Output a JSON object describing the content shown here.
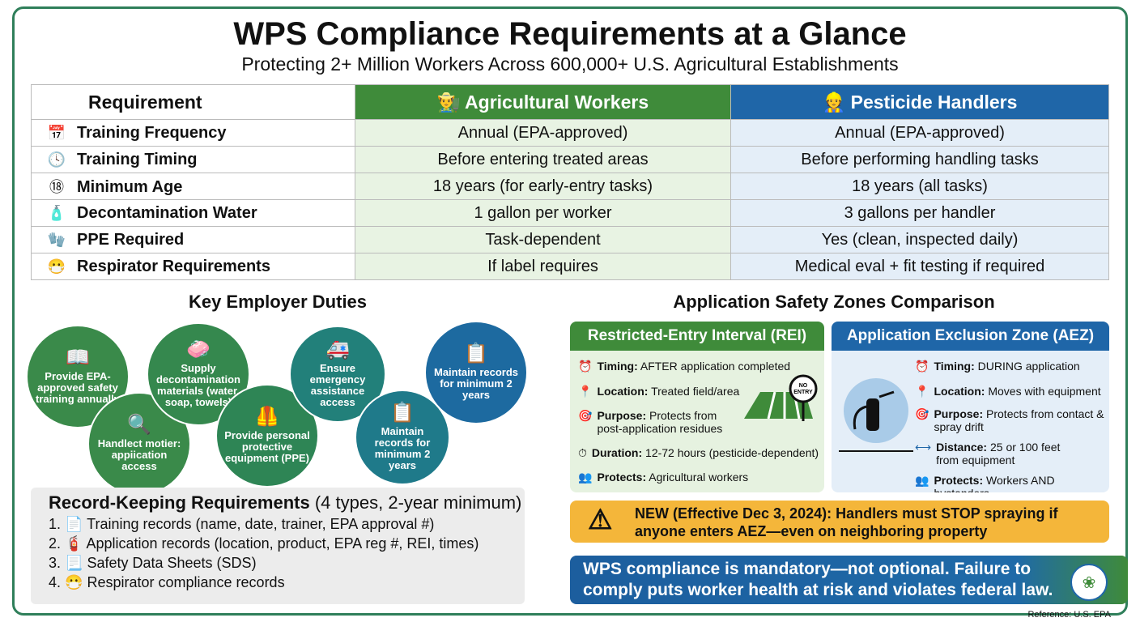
{
  "title": "WPS Compliance Requirements at a Glance",
  "subtitle": "Protecting 2+ Million Workers Across 600,000+ U.S. Agricultural Establishments",
  "table": {
    "headers": [
      "Requirement",
      "Agricultural Workers",
      "Pesticide Handlers"
    ],
    "rows": [
      {
        "icon": "calendar-icon",
        "label": "Training Frequency",
        "workers": "Annual (EPA-approved)",
        "handlers": "Annual (EPA-approved)"
      },
      {
        "icon": "clock-check-icon",
        "label": "Training Timing",
        "workers": "Before entering treated areas",
        "handlers": "Before performing handling tasks"
      },
      {
        "icon": "age-18-icon",
        "label": "Minimum Age",
        "workers": "18 years (for early-entry tasks)",
        "handlers": "18 years (all tasks)"
      },
      {
        "icon": "water-bottle-icon",
        "label": "Decontamination Water",
        "workers": "1 gallon per worker",
        "handlers": "3 gallons per handler"
      },
      {
        "icon": "gloves-icon",
        "label": "PPE Required",
        "workers": "Task-dependent",
        "handlers": "Yes (clean, inspected daily)"
      },
      {
        "icon": "respirator-icon",
        "label": "Respirator Requirements",
        "workers": "If label requires",
        "handlers": "Medical eval + fit testing if required"
      }
    ]
  },
  "duties": {
    "title": "Key Employer Duties",
    "items": [
      "Provide EPA-approved safety training annually",
      "Handlect motier: appiication access",
      "Supply decontamination materials (water, soap, towels)",
      "Provide personal protective equipment (PPE)",
      "Ensure emergency assistance access",
      "Maintain records for minimum 2 years",
      "Maintain records for minimum 2 years"
    ]
  },
  "records": {
    "title": "Record-Keeping Requirements",
    "note": "(4 types, 2-year minimum)",
    "items": [
      "Training records (name, date, trainer, EPA approval #)",
      "Application records (location, product, EPA reg #, REI, times)",
      "Safety Data Sheets (SDS)",
      "Respirator compliance records"
    ],
    "numbers": [
      "1.",
      "2.",
      "3.",
      "4."
    ]
  },
  "zones": {
    "title": "Application Safety Zones Comparison",
    "rei": {
      "title": "Restricted-Entry Interval (REI)",
      "sign": "NO ENTRY",
      "items": [
        {
          "k": "Timing:",
          "v": "AFTER application completed"
        },
        {
          "k": "Location:",
          "v": "Treated field/area"
        },
        {
          "k": "Purpose:",
          "v": "Protects from post-application residues"
        },
        {
          "k": "Duration:",
          "v": "12-72 hours (pesticide-dependent)"
        },
        {
          "k": "Protects:",
          "v": "Agricultural workers"
        }
      ]
    },
    "aez": {
      "title": "Application Exclusion Zone (AEZ)",
      "items": [
        {
          "k": "Timing:",
          "v": "DURING application"
        },
        {
          "k": "Location:",
          "v": "Moves with equipment"
        },
        {
          "k": "Purpose:",
          "v": "Protects from contact & spray drift"
        },
        {
          "k": "Distance:",
          "v": "25 or 100 feet from equipment"
        },
        {
          "k": "Protects:",
          "v": "Workers AND bystanders"
        }
      ]
    }
  },
  "alert": "NEW (Effective Dec 3, 2024): Handlers must STOP spraying if anyone enters AEZ—even on neighboring property",
  "banner": "WPS compliance is mandatory—not optional. Failure to comply puts worker health at risk and violates federal law.",
  "reference": "Reference: U.S. EPA",
  "colors": {
    "green": "#3f8b3a",
    "blue": "#1f66a8",
    "teal": "#1f7f86",
    "alert": "#f4b63a"
  }
}
